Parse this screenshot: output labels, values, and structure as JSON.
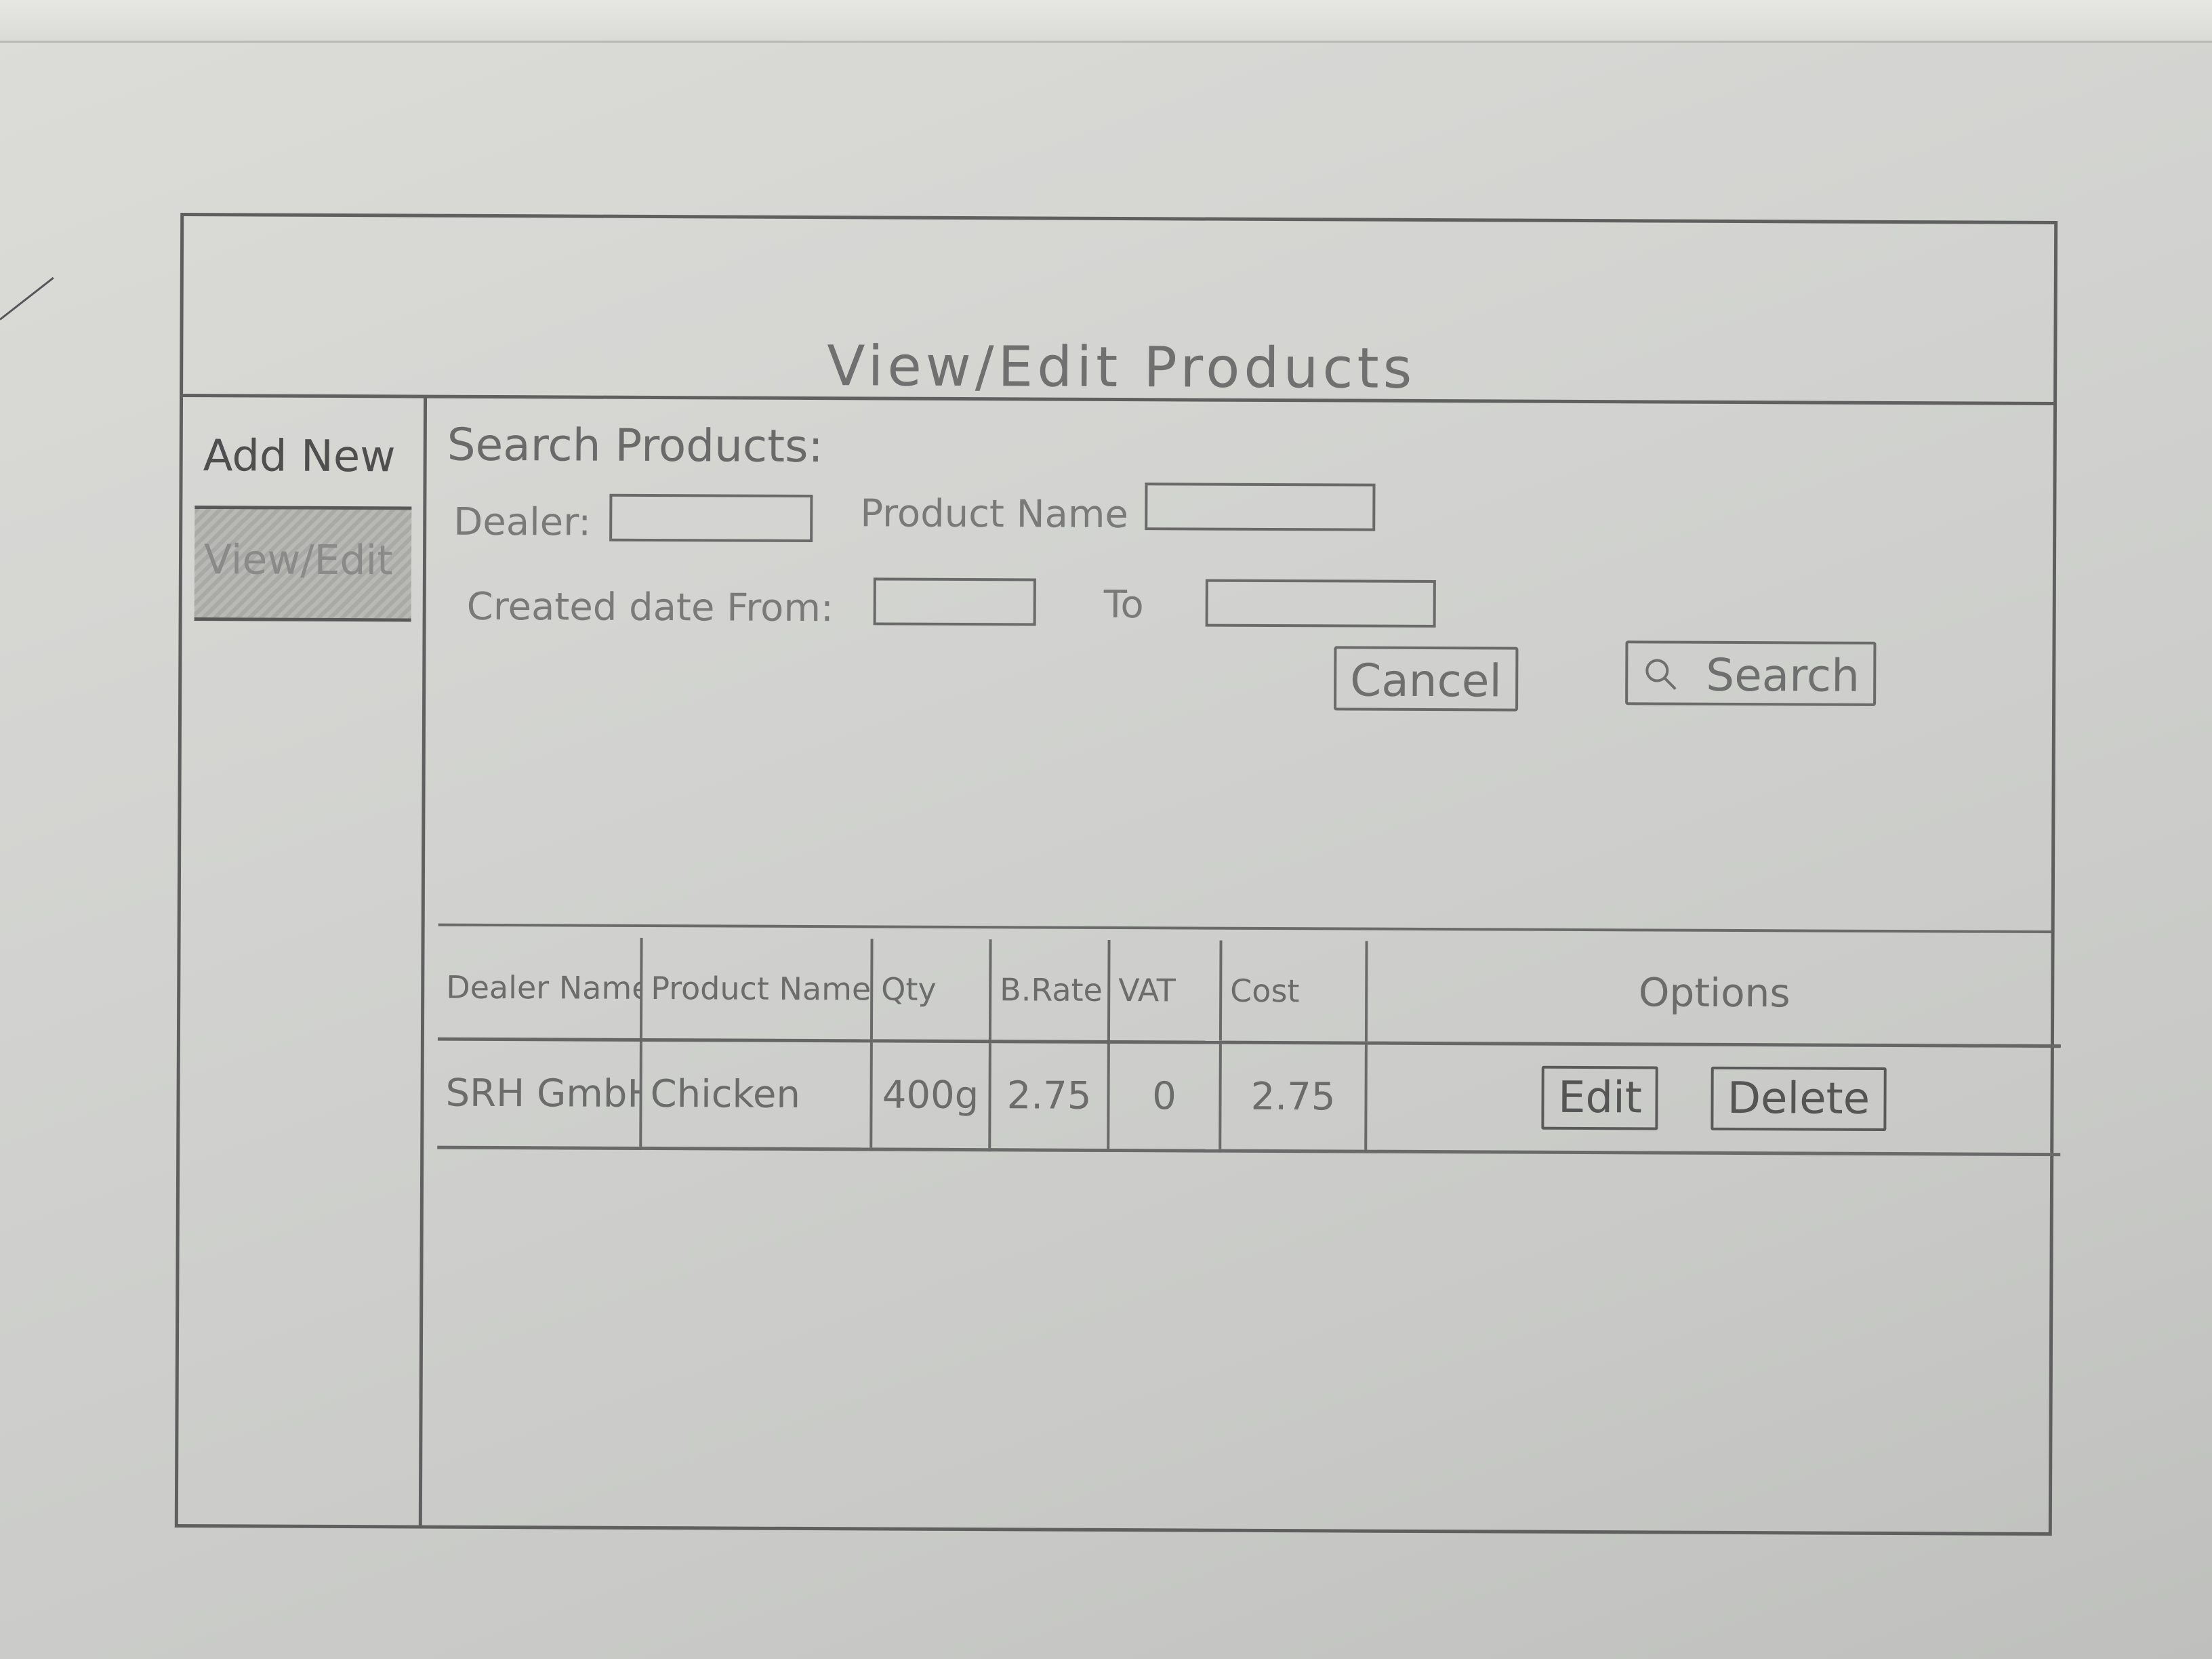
{
  "page_title": "View/Edit Products",
  "sidebar": {
    "items": [
      {
        "label": "Add New",
        "active": false
      },
      {
        "label": "View/Edit",
        "active": true
      }
    ]
  },
  "search": {
    "title": "Search Products:",
    "dealer_label": "Dealer:",
    "dealer_value": "",
    "product_name_label": "Product Name",
    "product_name_value": "",
    "created_from_label": "Created date From:",
    "created_from_value": "",
    "to_label": "To",
    "to_value": "",
    "cancel_label": "Cancel",
    "search_label": "Search"
  },
  "table": {
    "columns": [
      "Dealer Name",
      "Product Name",
      "Qty",
      "B.Rate",
      "VAT",
      "Cost",
      "Options"
    ],
    "rows": [
      {
        "dealer_name": "SRH GmbH",
        "product_name": "Chicken",
        "qty": "400g",
        "b_rate": "2.75",
        "vat": "0",
        "cost": "2.75",
        "edit_label": "Edit",
        "delete_label": "Delete"
      }
    ]
  }
}
